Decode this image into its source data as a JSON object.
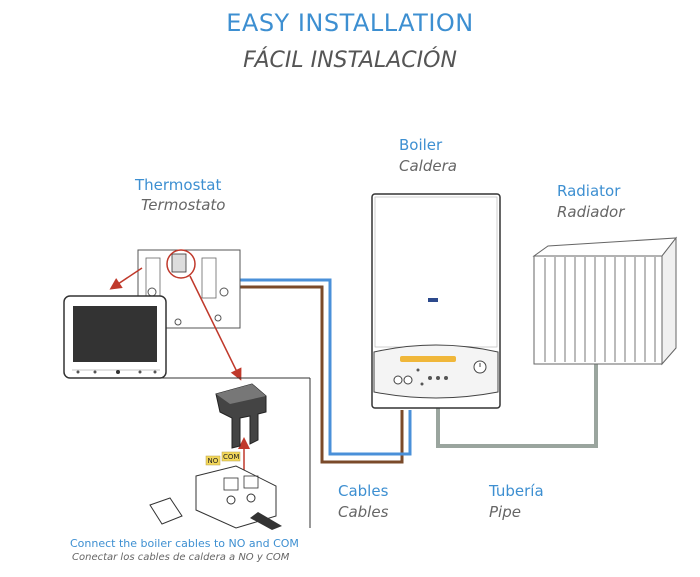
{
  "title": {
    "en": "EASY INSTALLATION",
    "es": "FÁCIL INSTALACIÓN"
  },
  "labels": {
    "thermostat": {
      "en": "Thermostat",
      "es": "Termostato"
    },
    "boiler": {
      "en": "Boiler",
      "es": "Caldera"
    },
    "radiator": {
      "en": "Radiator",
      "es": "Radiador"
    },
    "cables": {
      "en": "Cables",
      "es": "Cables"
    },
    "pipe": {
      "en": "Tubería",
      "es": "Pipe"
    }
  },
  "terminals": {
    "no": "NO",
    "com": "COM"
  },
  "caption": {
    "en": "Connect the boiler cables to NO and COM",
    "es": "Conectar los cables de caldera a NO y COM"
  },
  "colors": {
    "accent": "#3d8fd1",
    "cable_brown": "#7a4a2a",
    "cable_blue": "#4a90d9",
    "pipe_gray": "#9aa59e",
    "arrow_red": "#c0392b"
  }
}
